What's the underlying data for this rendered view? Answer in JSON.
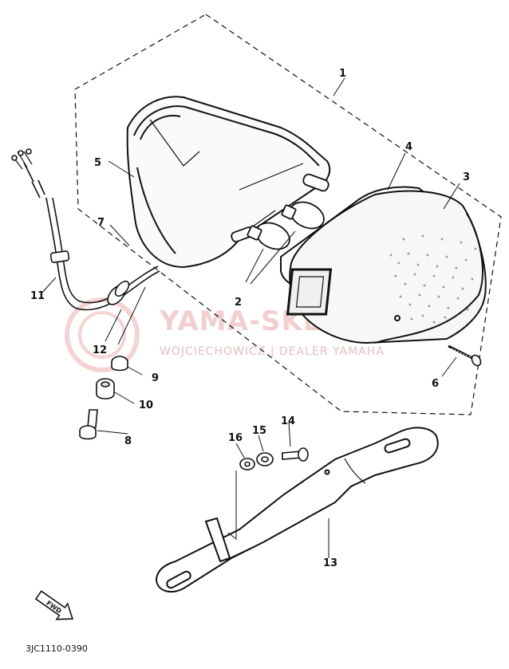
{
  "diagram": {
    "drawing_code": "3JC1110-0390",
    "fwd_label": "FWD",
    "watermark": {
      "title": "YAMA-SKLEP.PL",
      "subtitle": "WOJCIECHOWICZ | DEALER YAMAHA"
    },
    "callouts": [
      {
        "id": "1",
        "label": "1"
      },
      {
        "id": "2",
        "label": "2"
      },
      {
        "id": "3",
        "label": "3"
      },
      {
        "id": "4",
        "label": "4"
      },
      {
        "id": "5",
        "label": "5"
      },
      {
        "id": "6",
        "label": "6"
      },
      {
        "id": "7",
        "label": "7"
      },
      {
        "id": "8",
        "label": "8"
      },
      {
        "id": "9",
        "label": "9"
      },
      {
        "id": "10",
        "label": "10"
      },
      {
        "id": "11",
        "label": "11"
      },
      {
        "id": "12",
        "label": "12"
      },
      {
        "id": "13",
        "label": "13"
      },
      {
        "id": "14",
        "label": "14"
      },
      {
        "id": "15",
        "label": "15"
      },
      {
        "id": "16",
        "label": "16"
      }
    ]
  }
}
